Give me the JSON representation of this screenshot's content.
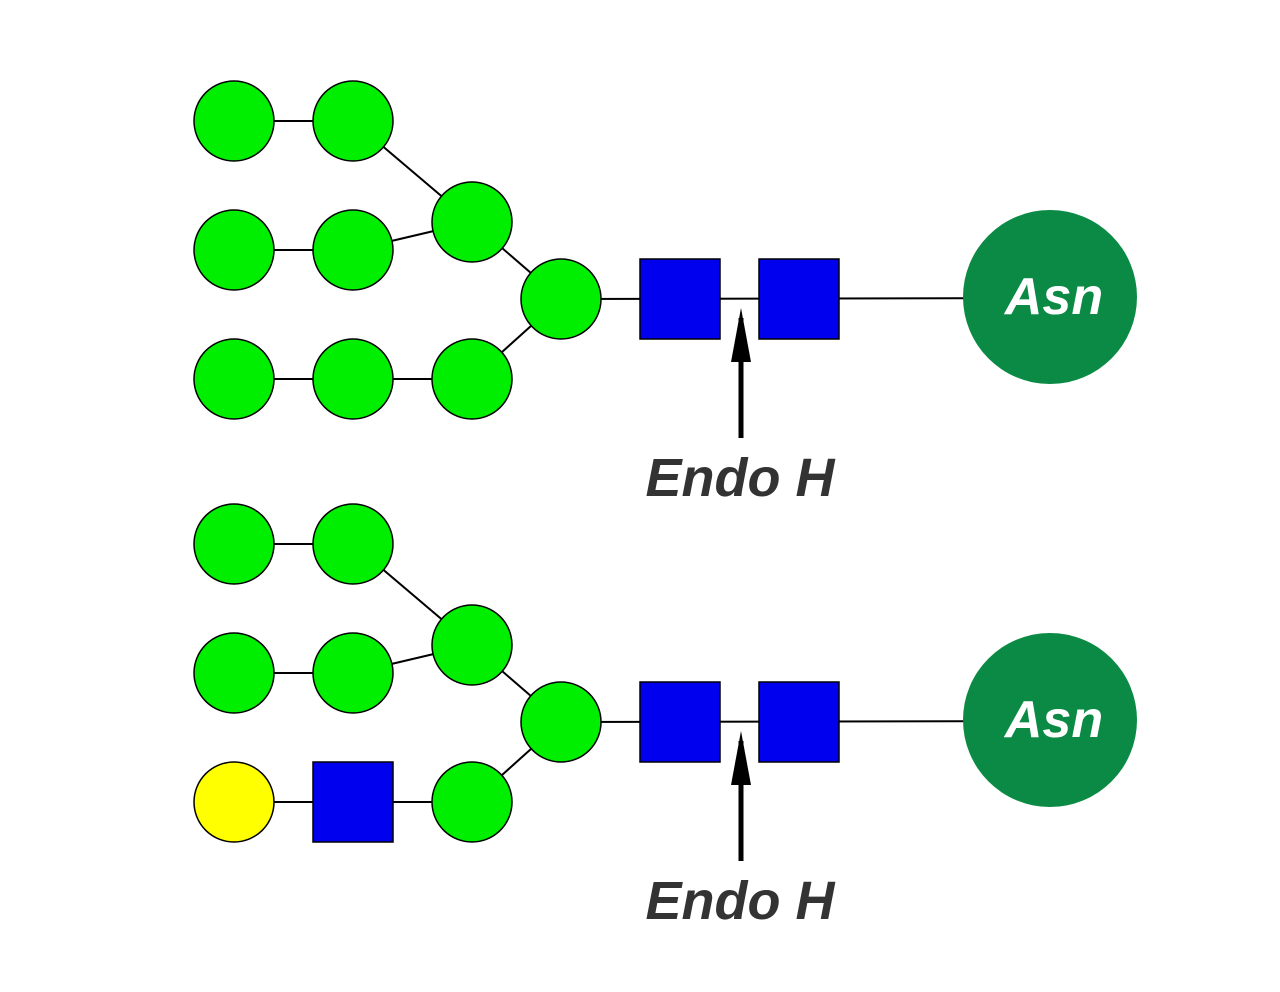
{
  "colors": {
    "mannose": "#00ee00",
    "glcnac": "#0000ee",
    "galactose": "#ffff00",
    "asn": "#0a8a44",
    "link": "#000000"
  },
  "glycans": [
    {
      "residues": [
        "mannose",
        "mannose",
        "mannose",
        "mannose",
        "mannose",
        "mannose",
        "mannose",
        "mannose",
        "glcnac",
        "glcnac"
      ],
      "galactose_terminal": false,
      "anchor": {
        "label": "Asn"
      },
      "cleavage": {
        "label": "Endo H"
      }
    },
    {
      "residues": [
        "galactose",
        "glcnac",
        "mannose",
        "mannose",
        "mannose",
        "mannose",
        "mannose",
        "mannose",
        "glcnac",
        "glcnac"
      ],
      "galactose_terminal": true,
      "anchor": {
        "label": "Asn"
      },
      "cleavage": {
        "label": "Endo H"
      }
    }
  ]
}
